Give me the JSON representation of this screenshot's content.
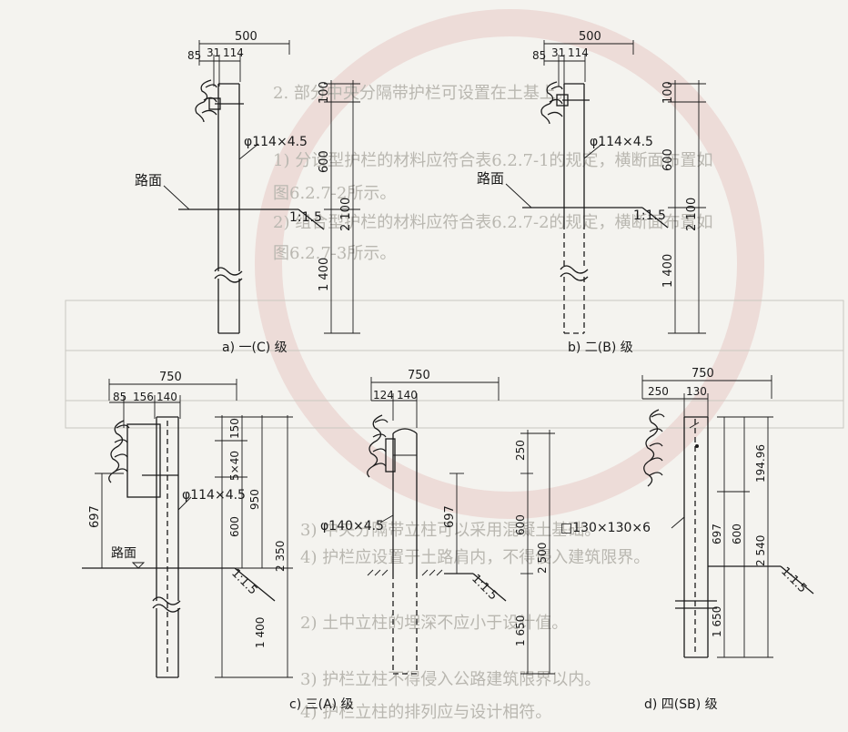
{
  "diagram": {
    "a": {
      "caption": "a) 一(C) 级",
      "dim_total_width": "500",
      "dim_offsets": [
        "85",
        "31",
        "114"
      ],
      "pipe_spec": "φ114×4.5",
      "road_label": "路面",
      "slope": "1:1.5",
      "dim_vertical": [
        "100",
        "600",
        "1 400",
        "2 100"
      ]
    },
    "b": {
      "caption": "b) 二(B) 级",
      "dim_total_width": "500",
      "dim_offsets": [
        "85",
        "31",
        "114"
      ],
      "pipe_spec": "φ114×4.5",
      "road_label": "路面",
      "slope": "1:1.5",
      "dim_vertical": [
        "100",
        "600",
        "1 400",
        "2 100"
      ]
    },
    "c": {
      "caption": "c) 三(A) 级",
      "left": {
        "dim_total_width": "750",
        "dim_offsets": [
          "85",
          "156",
          "140"
        ],
        "pipe_spec": "φ114×4.5",
        "road_label": "路面",
        "slope": "1:1.5",
        "dim_vertical": [
          "150",
          "5×40",
          "600",
          "950",
          "1 400",
          "2 350"
        ],
        "dim_left": "697"
      },
      "right": {
        "dim_total_width": "750",
        "dim_offsets": [
          "124",
          "140"
        ],
        "pipe_spec": "φ140×4.5",
        "slope": "1:1.5",
        "dim_vertical": [
          "250",
          "600",
          "1 650",
          "2 500"
        ],
        "dim_left": "697"
      }
    },
    "d": {
      "caption": "d) 四(SB) 级",
      "dim_total_width": "750",
      "dim_offsets": [
        "250",
        "130"
      ],
      "pipe_spec": "□130×130×6",
      "slope": "1:1.5",
      "dim_vertical": [
        "194.96",
        "697",
        "600",
        "1 650",
        "2 540"
      ]
    }
  },
  "background": {
    "lines": [
      "2. 部分中央分隔带护栏可设置在土基上。",
      "1) 分设型护栏的材料应符合表6.2.7-1的规定，横断面布置如",
      "图6.2.7-2所示。",
      "2) 组合型护栏的材料应符合表6.2.7-2的规定，横断面布置如",
      "图6.2.7-3所示。",
      "3) 中央分隔带立柱可以采用混凝土基础。",
      "4) 护栏应设置于土路肩内，不得侵入建筑限界。",
      "2) 土中立柱的埋深不应小于设计值。",
      "3) 护栏立柱不得侵入公路建筑限界以内。",
      "4) 护栏立柱的排列应与设计相符。"
    ]
  },
  "colors": {
    "ink": "#1a1a1a",
    "paper": "#f4f3ef",
    "ghost": "#b9b7b0",
    "watermark": "#e7c9c4"
  }
}
